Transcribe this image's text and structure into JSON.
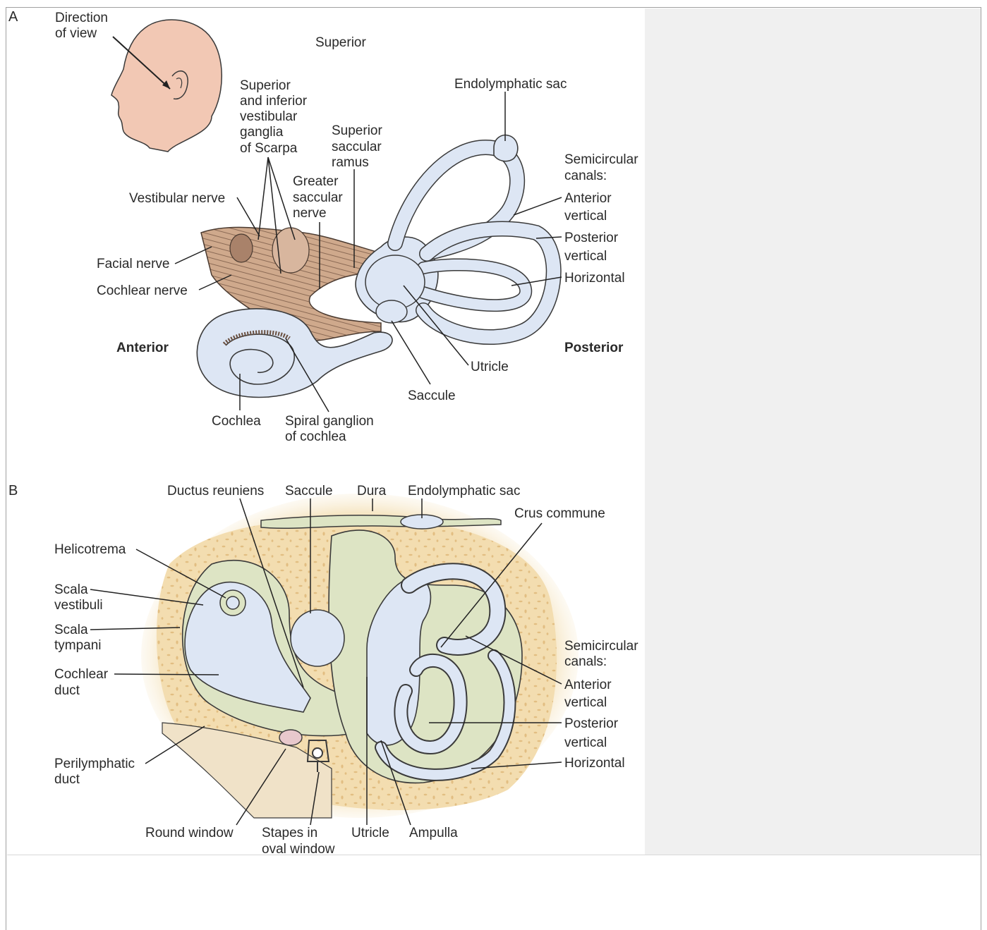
{
  "panel_a": {
    "letter": "A",
    "direction_of_view": [
      "Direction",
      "of view"
    ],
    "superior": "Superior",
    "endolymphatic_sac": "Endolymphatic sac",
    "scarpa": [
      "Superior",
      "and inferior",
      "vestibular",
      "ganglia",
      "of Scarpa"
    ],
    "saccular_ramus": [
      "Superior",
      "saccular",
      "ramus"
    ],
    "greater_saccular": [
      "Greater",
      "saccular",
      "nerve"
    ],
    "vestibular_nerve": "Vestibular nerve",
    "facial_nerve": "Facial nerve",
    "cochlear_nerve": "Cochlear nerve",
    "anterior": "Anterior",
    "posterior": "Posterior",
    "semicircular": [
      "Semicircular",
      "canals:"
    ],
    "anterior_vertical": [
      "Anterior",
      "vertical"
    ],
    "posterior_vertical": [
      "Posterior",
      "vertical"
    ],
    "horizontal": "Horizontal",
    "utricle": "Utricle",
    "saccule": "Saccule",
    "cochlea": "Cochlea",
    "spiral_ganglion": [
      "Spiral ganglion",
      "of cochlea"
    ]
  },
  "panel_b": {
    "letter": "B",
    "ductus_reuniens": "Ductus reuniens",
    "saccule": "Saccule",
    "dura": "Dura",
    "endolymphatic_sac": "Endolymphatic sac",
    "crus_commune": "Crus commune",
    "helicotrema": "Helicotrema",
    "scala_vestibuli": [
      "Scala",
      "vestibuli"
    ],
    "scala_tympani": [
      "Scala",
      "tympani"
    ],
    "cochlear_duct": [
      "Cochlear",
      "duct"
    ],
    "perilymphatic_duct": [
      "Perilymphatic",
      "duct"
    ],
    "semicircular": [
      "Semicircular",
      "canals:"
    ],
    "anterior_vertical": [
      "Anterior",
      "vertical"
    ],
    "posterior_vertical": [
      "Posterior",
      "vertical"
    ],
    "horizontal": "Horizontal",
    "round_window": "Round window",
    "stapes": [
      "Stapes in",
      "oval window"
    ],
    "utricle": "Utricle",
    "ampulla": "Ampulla"
  },
  "colors": {
    "membrane": "#dde6f4",
    "outline": "#3a3a3a",
    "nerve": "#c9a58a",
    "bone": "#f3ddb0",
    "bone_dot": "#e2be82",
    "perilymph": "#dde4c4",
    "skin": "#f2c8b4"
  }
}
